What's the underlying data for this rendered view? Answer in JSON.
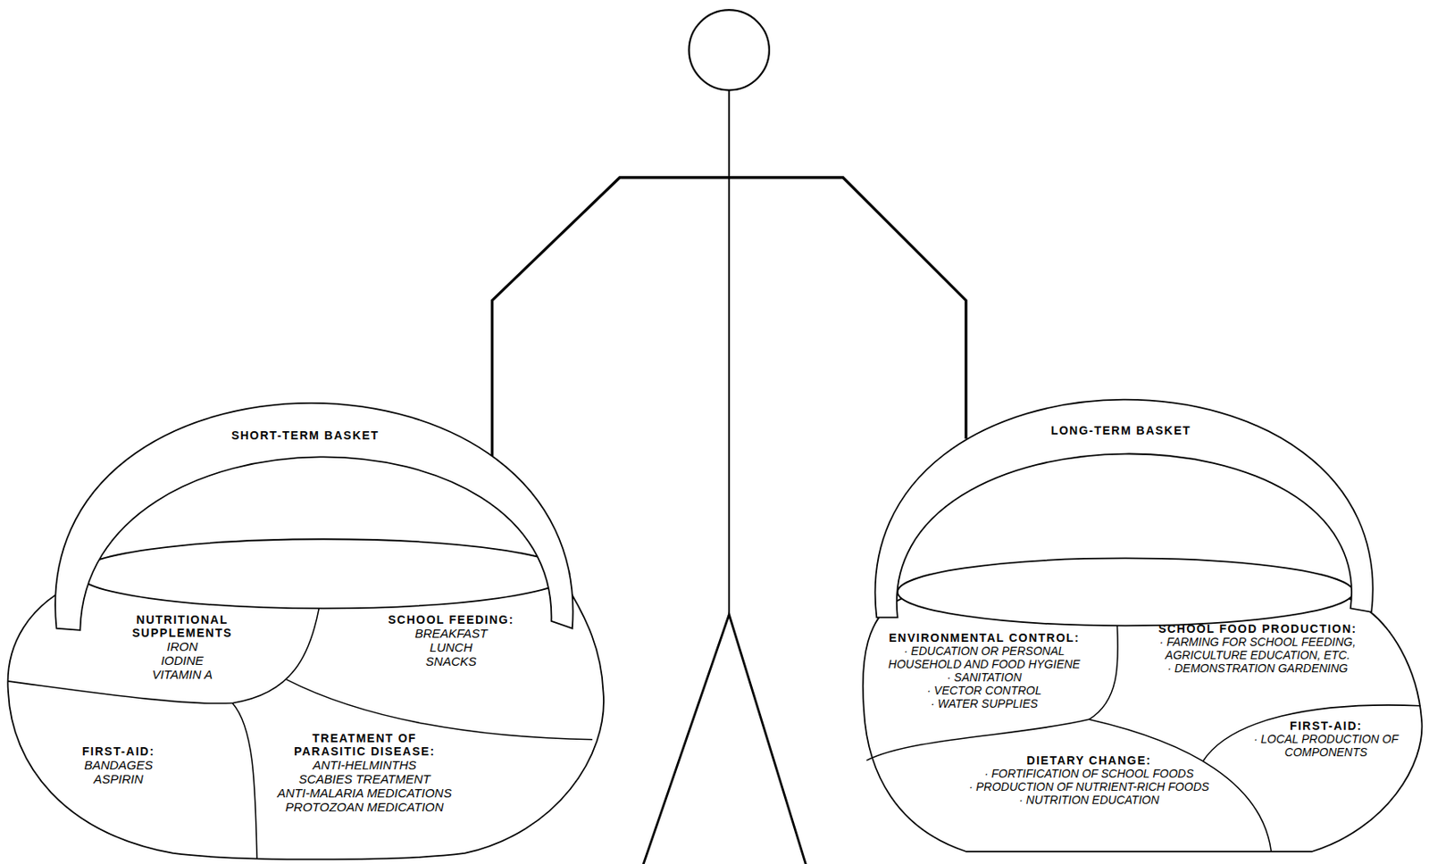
{
  "diagram": {
    "nodes": [
      {
        "text": [
          "SHORT-TERM BASKET"
        ]
      },
      {
        "text": [
          "NUTRITIONAL SUPPLEMENTS",
          "IRON",
          "IODINE",
          "VITAMIN A"
        ],
        "in": 0
      },
      {
        "text": [
          "SCHOOL FEEDING:",
          "BREAKFAST",
          "LUNCH",
          "SNACKS"
        ],
        "in": 0
      },
      {
        "text": [
          "FIRST-AID:",
          "BANDAGES",
          "ASPIRIN"
        ],
        "in": 0
      },
      {
        "text": [
          "TREATMENT OF PARASITIC DISEASE:",
          "ANTI-HELMINTHS",
          "SCABIES TREATMENT",
          "ANTI-MALARIA MEDICATIONS",
          "PROTOZOAN MEDICATION"
        ],
        "in": 0
      },
      {
        "text": [
          "LONG-TERM BASKET"
        ]
      },
      {
        "text": [
          "ENVIRONMENTAL CONTROL:",
          "· EDUCATION OR PERSONAL HOUSEHOLD AND FOOD HYGIENE",
          "· SANITATION",
          "· VECTOR CONTROL",
          "· WATER SUPPLIES"
        ],
        "in": 5
      },
      {
        "text": [
          "SCHOOL FOOD PRODUCTION:",
          "· FARMING FOR SCHOOL FEEDING, AGRICULTURE EDUCATION, ETC.",
          "· DEMONSTRATION GARDENING"
        ],
        "in": 5
      },
      {
        "text": [
          "DIETARY CHANGE:",
          "· FORTIFICATION OF SCHOOL FOODS",
          "· PRODUCTION OF NUTRIENT-RICH FOODS",
          "· NUTRITION EDUCATION"
        ],
        "in": 5
      },
      {
        "text": [
          "FIRST-AID:",
          "· LOCAL PRODUCTION OF COMPONENTS"
        ],
        "in": 5
      }
    ]
  }
}
